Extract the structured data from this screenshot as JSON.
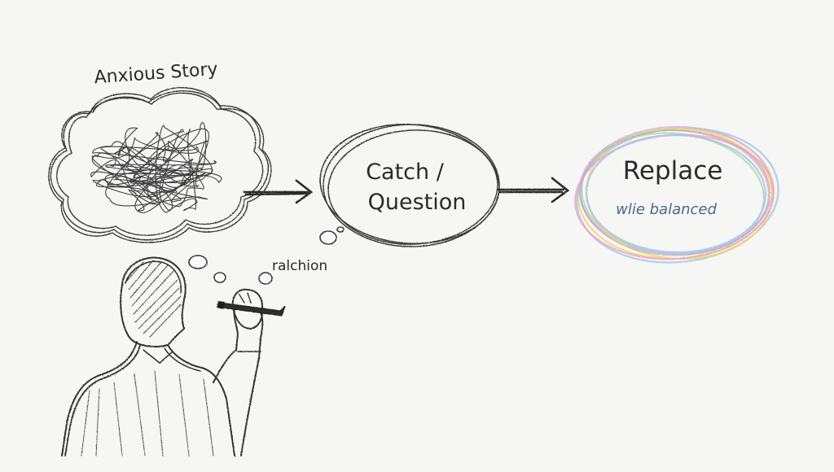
{
  "nodes": {
    "anxious": {
      "label": "Anxious Story"
    },
    "catch": {
      "label_line1": "Catch /",
      "label_line2": "Question"
    },
    "replace": {
      "label": "Replace",
      "sublabel": "wlie balanced"
    }
  },
  "annotation": {
    "text": "ralchion"
  },
  "colors": {
    "ink": "#2b2b2b",
    "pencil": "#3a3a3a",
    "sublabel_blue": "#4a6a8a",
    "rainbow": [
      "#f2d46b",
      "#f0a3c6",
      "#9cc4ee",
      "#a9dca2",
      "#c9b3ea"
    ]
  },
  "icons": {
    "tangle": "scribble-tangle-icon",
    "person": "person-writing-icon",
    "marker": "marker-icon"
  }
}
